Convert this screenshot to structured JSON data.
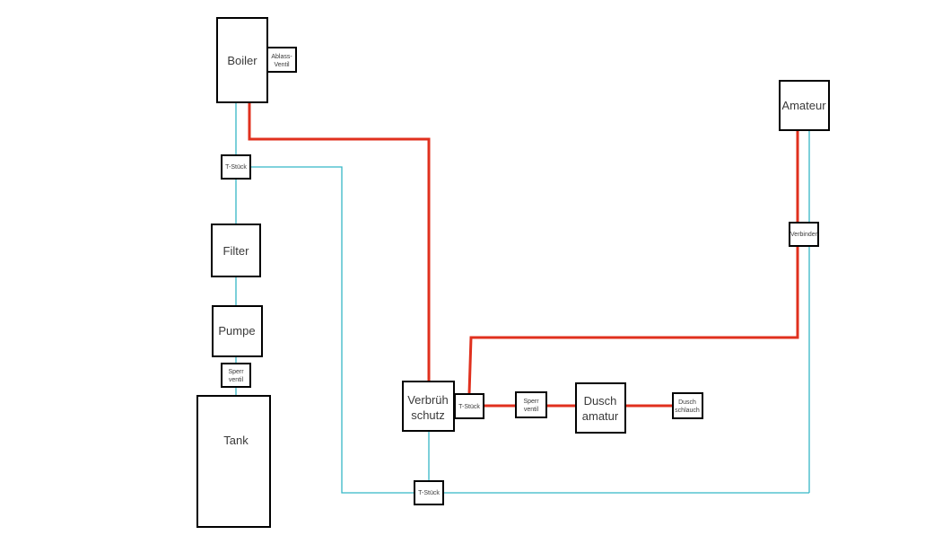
{
  "colors": {
    "cold_line": "#35b6c6",
    "hot_line": "#e0301e",
    "box_stroke": "#000000",
    "text": "#3a3a3a"
  },
  "nodes": {
    "boiler": {
      "label": "Boiler"
    },
    "ablass": {
      "label_1": "Ablass-",
      "label_2": "Ventil"
    },
    "tstueck_top": {
      "label": "T-Stück"
    },
    "filter": {
      "label": "Filter"
    },
    "pumpe": {
      "label": "Pumpe"
    },
    "sperrventil_left": {
      "label_1": "Sperr",
      "label_2": "ventil"
    },
    "tank": {
      "label": "Tank"
    },
    "verbruehschutz": {
      "label_1": "Verbrüh",
      "label_2": "schutz"
    },
    "tstueck_mid": {
      "label": "T-Stück"
    },
    "sperrventil_right": {
      "label_1": "Sperr",
      "label_2": "ventil"
    },
    "duschamatur": {
      "label_1": "Dusch",
      "label_2": "amatur"
    },
    "duschschlauch": {
      "label_1": "Dusch",
      "label_2": "schlauch"
    },
    "amateur": {
      "label": "Amateur"
    },
    "verbinder": {
      "label": "Verbinder"
    },
    "tstueck_bottom": {
      "label": "T-Stück"
    }
  }
}
